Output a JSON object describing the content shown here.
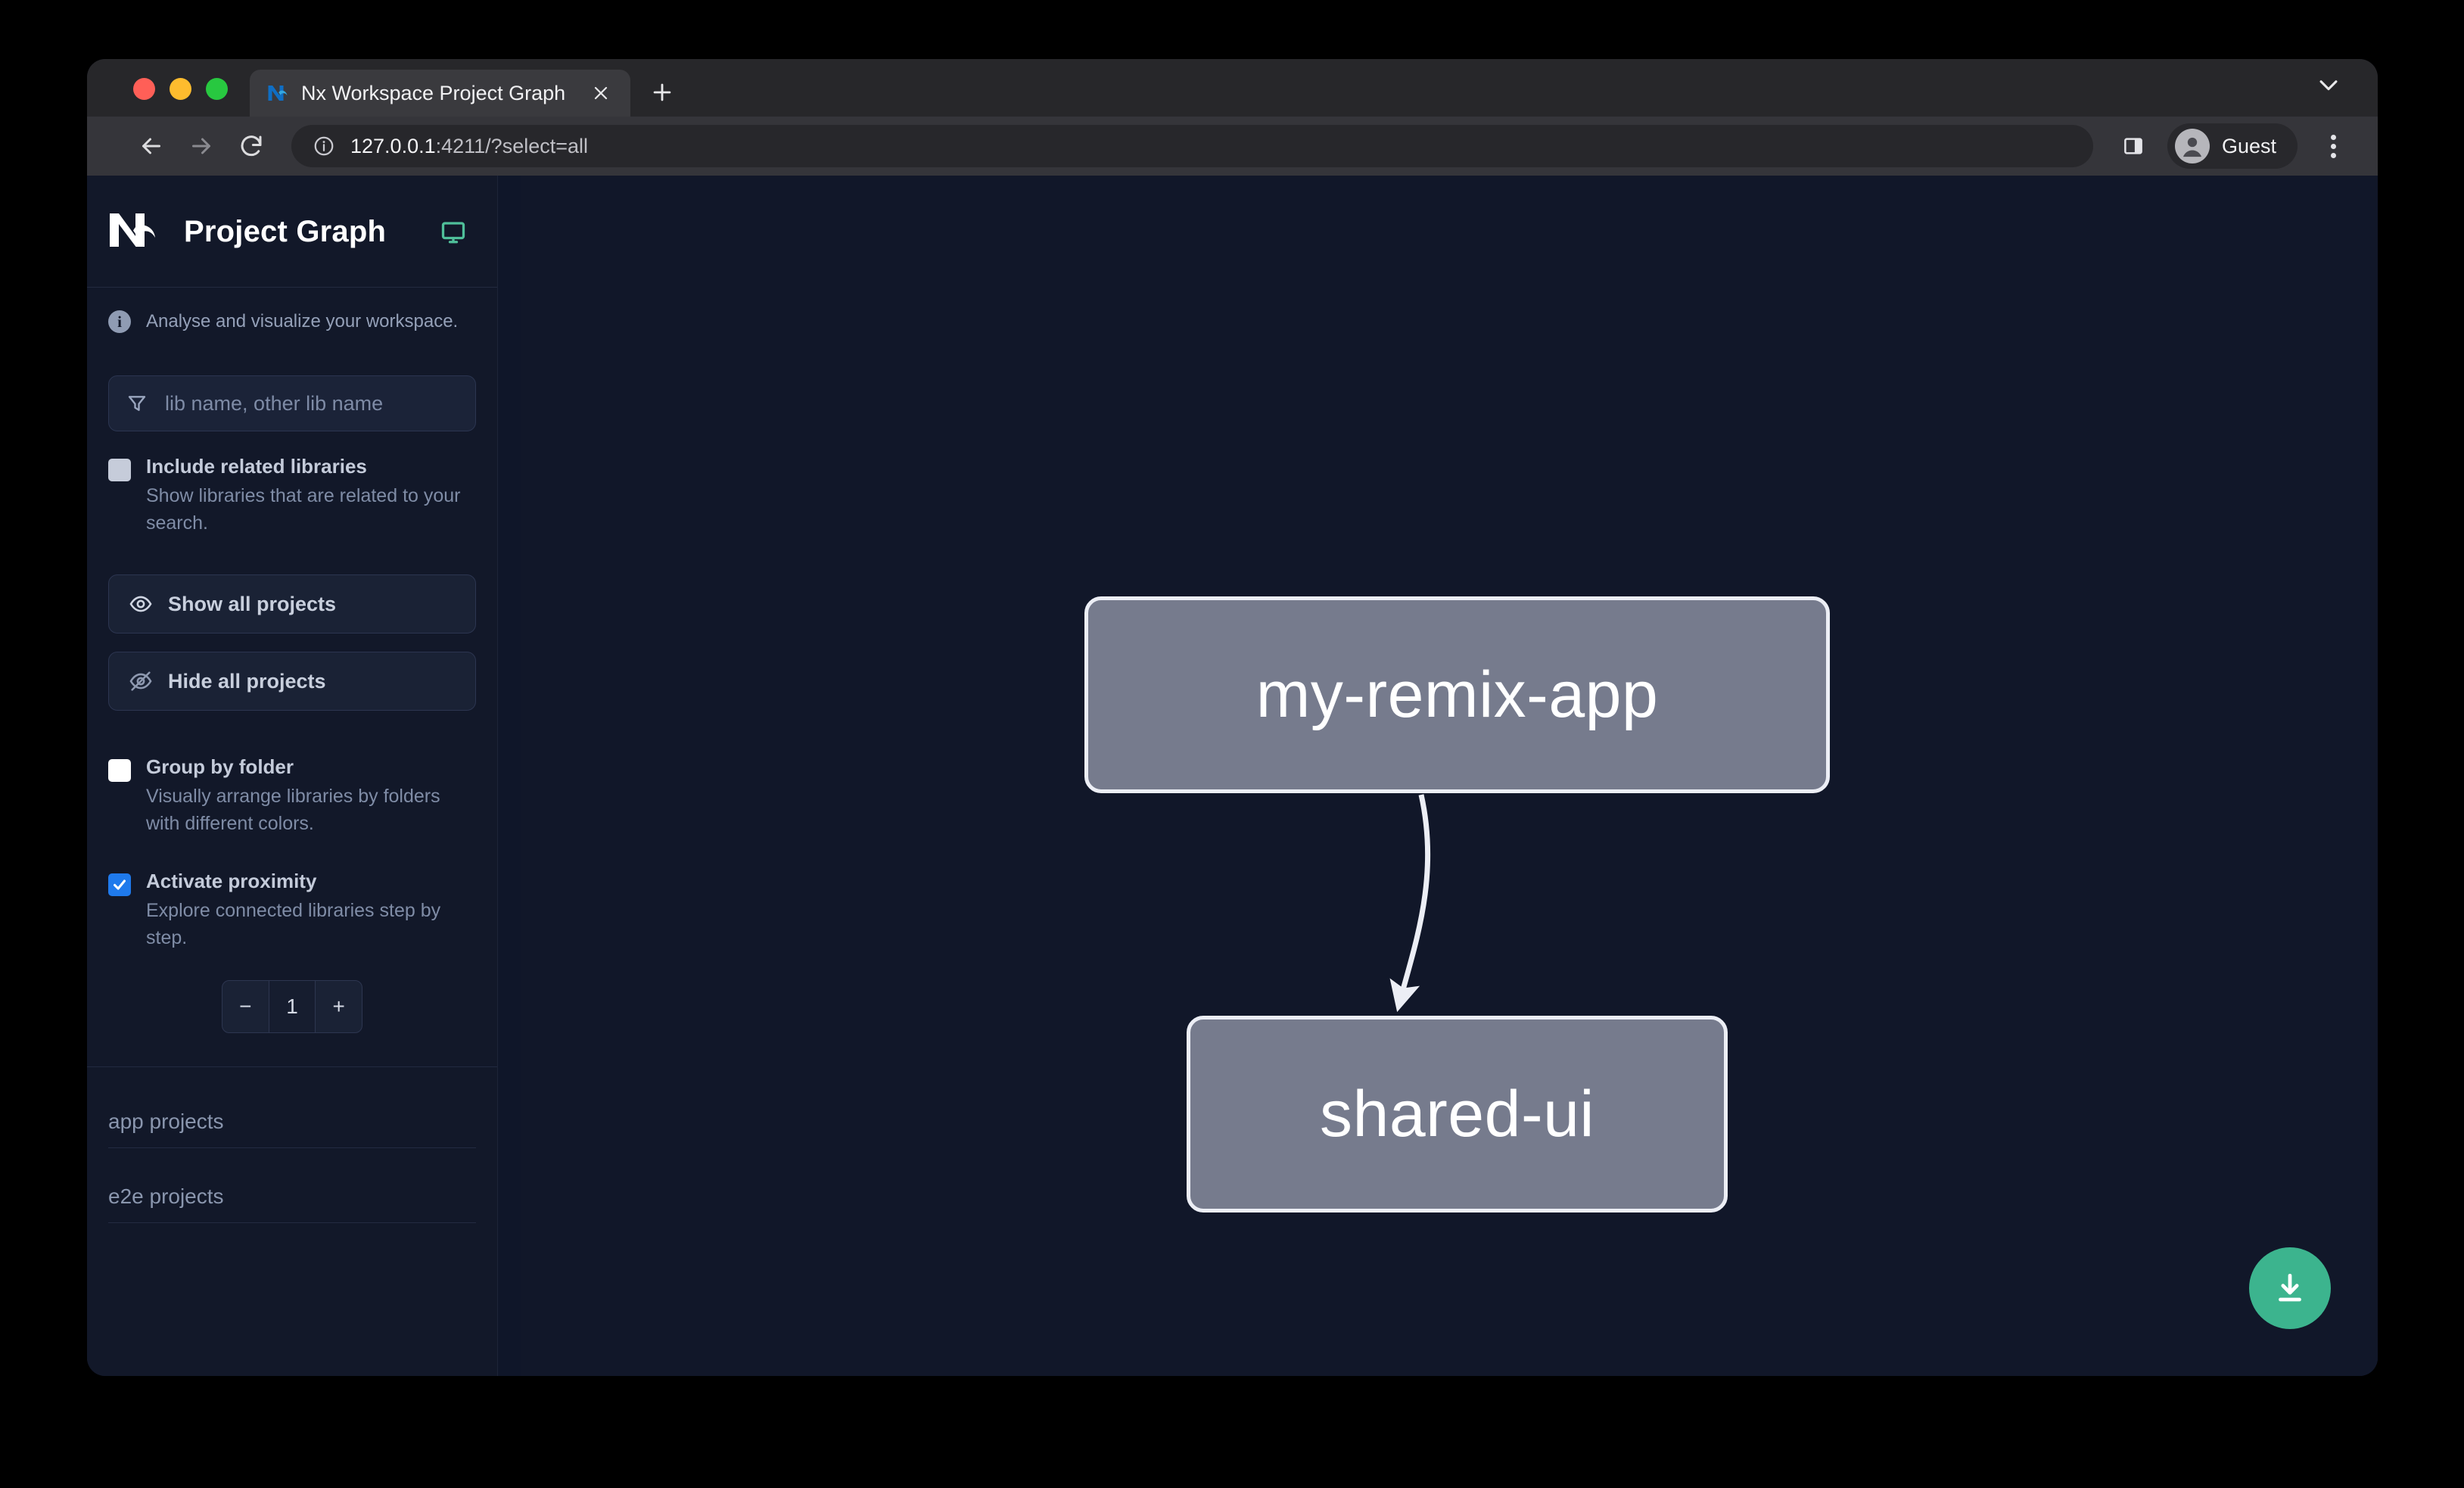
{
  "browser": {
    "tab": {
      "title": "Nx Workspace Project Graph",
      "favicon_icon": "nx-favicon-icon",
      "close_icon": "close-icon"
    },
    "new_tab_label": "+",
    "tab_list_chevron_icon": "chevron-down-icon",
    "toolbar": {
      "back_icon": "back-arrow-icon",
      "forward_icon": "forward-arrow-icon",
      "reload_icon": "reload-icon",
      "site_info_icon": "info-circle-icon",
      "url_host": "127.0.0.1",
      "url_rest": ":4211/?select=all",
      "side_panel_icon": "side-panel-icon",
      "profile_name": "Guest",
      "profile_avatar_icon": "person-avatar-icon",
      "menu_icon": "kebab-menu-icon"
    }
  },
  "sidebar": {
    "logo_icon": "nx-logo-icon",
    "title": "Project Graph",
    "monitor_icon": "monitor-icon",
    "tagline": "Analyse and visualize your workspace.",
    "info_icon": "info-icon",
    "info_glyph": "i",
    "filter": {
      "icon": "filter-funnel-icon",
      "placeholder": "lib name, other lib name",
      "value": ""
    },
    "options": [
      {
        "id": "include-related-libraries",
        "label": "Include related libraries",
        "description": "Show libraries that are related to your search.",
        "checked": false,
        "style": "gray"
      },
      {
        "id": "group-by-folder",
        "label": "Group by folder",
        "description": "Visually arrange libraries by folders with different colors.",
        "checked": false,
        "style": "white"
      },
      {
        "id": "activate-proximity",
        "label": "Activate proximity",
        "description": "Explore connected libraries step by step.",
        "checked": true,
        "style": "blue"
      }
    ],
    "buttons": {
      "show_all": {
        "label": "Show all projects",
        "icon": "eye-icon"
      },
      "hide_all": {
        "label": "Hide all projects",
        "icon": "eye-off-icon"
      }
    },
    "stepper": {
      "decrement_label": "−",
      "value": "1",
      "increment_label": "+"
    },
    "groups": [
      {
        "id": "app-projects",
        "label": "app projects"
      },
      {
        "id": "e2e-projects",
        "label": "e2e projects"
      }
    ]
  },
  "graph": {
    "nodes": [
      {
        "id": "my-remix-app",
        "label": "my-remix-app"
      },
      {
        "id": "shared-ui",
        "label": "shared-ui"
      }
    ],
    "edges": [
      {
        "from": "my-remix-app",
        "to": "shared-ui"
      }
    ],
    "download_button": {
      "icon": "download-icon",
      "color": "#3cb48e"
    }
  },
  "colors": {
    "accent_green": "#3cb48e",
    "checkbox_checked": "#1f7aec",
    "node_fill": "#767b8d",
    "node_border": "#eceef5",
    "canvas_bg": "#111729",
    "sidebar_bg": "#121829"
  }
}
